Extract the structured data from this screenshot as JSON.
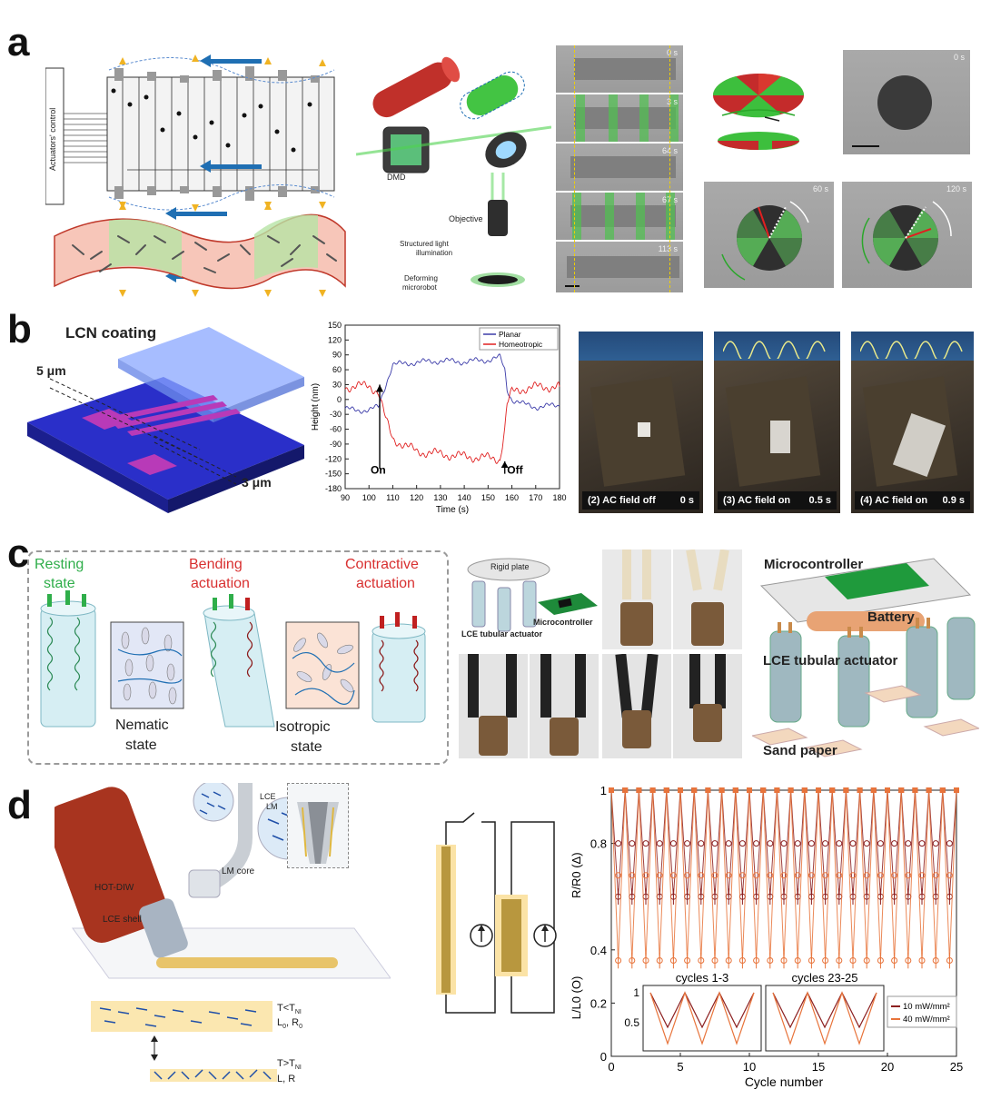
{
  "panels": {
    "a": "a",
    "b": "b",
    "c": "c",
    "d": "d"
  },
  "a": {
    "actuators_control": "Actuators' control",
    "dmd": "DMD",
    "objective": "Objective",
    "structured_light": "Structured light",
    "illumination": "illumination",
    "deforming": "Deforming",
    "microrobot": "microrobot",
    "strip_times": [
      "0 s",
      "3 s",
      "64 s",
      "67 s",
      "113 s"
    ],
    "disc_times": [
      "0 s",
      "60 s",
      "120 s"
    ]
  },
  "b": {
    "lcn_coating": "LCN coating",
    "dim_5": "5 μm",
    "dim_3": "3 μm",
    "on": "On",
    "off": "Off",
    "photos": [
      {
        "label": "(2) AC field off",
        "time": "0 s"
      },
      {
        "label": "(3) AC field on",
        "time": "0.5 s"
      },
      {
        "label": "(4) AC field on",
        "time": "0.9 s"
      }
    ]
  },
  "c": {
    "resting": "Resting",
    "state": "state",
    "bending": "Bending",
    "contractive": "Contractive",
    "actuation": "actuation",
    "nematic": "Nematic",
    "isotropic": "Isotropic",
    "rigid_plate": "Rigid plate",
    "lce_tubular_small": "LCE tubular actuator",
    "microcontroller_small": "Microcontroller",
    "microcontroller": "Microcontroller",
    "battery": "Battery",
    "lce_tubular": "LCE tubular actuator",
    "sand_paper": "Sand paper"
  },
  "d": {
    "lce": "LCE",
    "lm": "LM",
    "lm_core": "LM core",
    "hot_diw": "HOT-DIW",
    "lce_shell": "LCE shell",
    "cond_low": "T<T",
    "cond_low_sub": "NI",
    "lr0_L": "L",
    "lr0_sub": "0",
    "lr0_R": ", R",
    "cond_high": "T>T",
    "cond_high_sub": "NI",
    "lr": "L, R"
  },
  "chart_data": [
    {
      "type": "line",
      "xlabel": "Time (s)",
      "ylabel": "Height (nm)",
      "xlim": [
        90,
        180
      ],
      "ylim": [
        -180,
        150
      ],
      "xticks": [
        90,
        100,
        110,
        120,
        130,
        140,
        150,
        160,
        170,
        180
      ],
      "yticks": [
        150,
        120,
        90,
        60,
        30,
        0,
        -30,
        -60,
        -90,
        -120,
        -150,
        -180
      ],
      "series": [
        {
          "name": "Planar",
          "color": "#3a3aa8",
          "x": [
            90,
            100,
            104,
            107,
            110,
            120,
            130,
            140,
            150,
            155,
            157,
            158,
            160,
            165,
            170,
            180
          ],
          "y": [
            -20,
            -22,
            -15,
            30,
            70,
            75,
            78,
            76,
            80,
            85,
            60,
            20,
            0,
            -10,
            -15,
            -12
          ]
        },
        {
          "name": "Homeotropic",
          "color": "#e02020",
          "x": [
            90,
            100,
            104,
            107,
            110,
            120,
            130,
            140,
            150,
            155,
            157,
            158,
            160,
            165,
            170,
            180
          ],
          "y": [
            25,
            28,
            15,
            -40,
            -80,
            -105,
            -110,
            -115,
            -118,
            -120,
            -60,
            -10,
            15,
            22,
            25,
            26
          ]
        }
      ],
      "legend": "top-right"
    },
    {
      "type": "scatter",
      "xlabel": "Cycle number",
      "ylabel_left": "L/L",
      "ylabel_left_sub": "0",
      "ylabel_left_mark": " (O)",
      "ylabel_right": "R/R",
      "ylabel_right_sub": "0",
      "ylabel_right_mark": " (Δ)",
      "xlim": [
        0,
        25
      ],
      "ylim": [
        0,
        1
      ],
      "xticks": [
        0,
        5,
        10,
        15,
        20,
        25
      ],
      "yticks": [
        0,
        0.2,
        0.4,
        0.8,
        1
      ],
      "series": [
        {
          "name": "10 mW/mm²",
          "color": "#8c1f1f",
          "peak": 1.0,
          "trough": 0.6
        },
        {
          "name": "40 mW/mm²",
          "color": "#e8743b",
          "peak": 1.0,
          "trough": 0.36
        }
      ],
      "insets": [
        {
          "title": "cycles 1-3",
          "yticks": [
            0.5,
            1
          ]
        },
        {
          "title": "cycles 23-25"
        }
      ],
      "legend": "bottom-right"
    }
  ]
}
